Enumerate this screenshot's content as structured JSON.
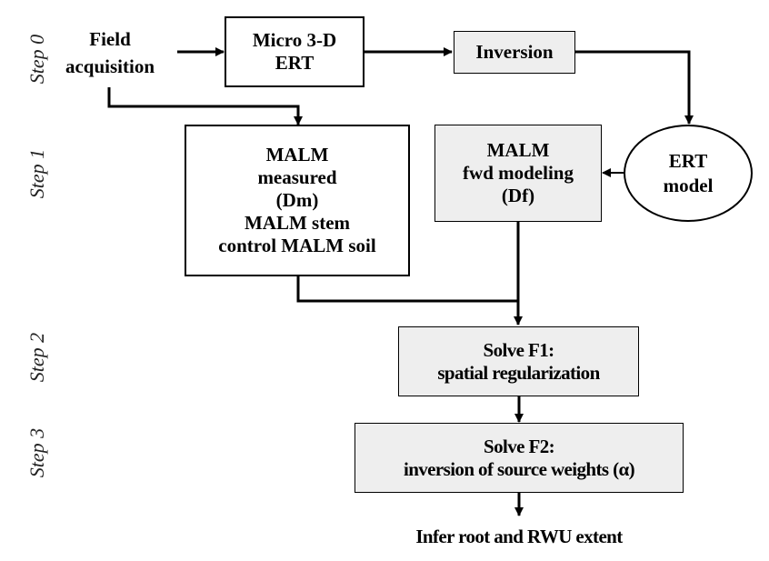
{
  "steps": [
    "Step 0",
    "Step 1",
    "Step 2",
    "Step 3"
  ],
  "nodes": {
    "field_acquisition": [
      "Field",
      "acquisition"
    ],
    "micro_ert": [
      "Micro 3-D",
      "ERT"
    ],
    "inversion": [
      "Inversion"
    ],
    "malm_measured": [
      "MALM",
      "measured",
      "(Dm)",
      "MALM stem",
      "control MALM soil"
    ],
    "malm_fwd": [
      "MALM",
      "fwd modeling",
      "(Df)"
    ],
    "ert_model": [
      "ERT",
      "model"
    ],
    "solve_f1": [
      "Solve F1:",
      "spatial regularization"
    ],
    "solve_f2": [
      "Solve F2:",
      "inversion of source weights (α)"
    ],
    "result": "Infer root and RWU extent"
  },
  "colors": {
    "gray_fill": "#eeeeee",
    "line": "#000000"
  }
}
